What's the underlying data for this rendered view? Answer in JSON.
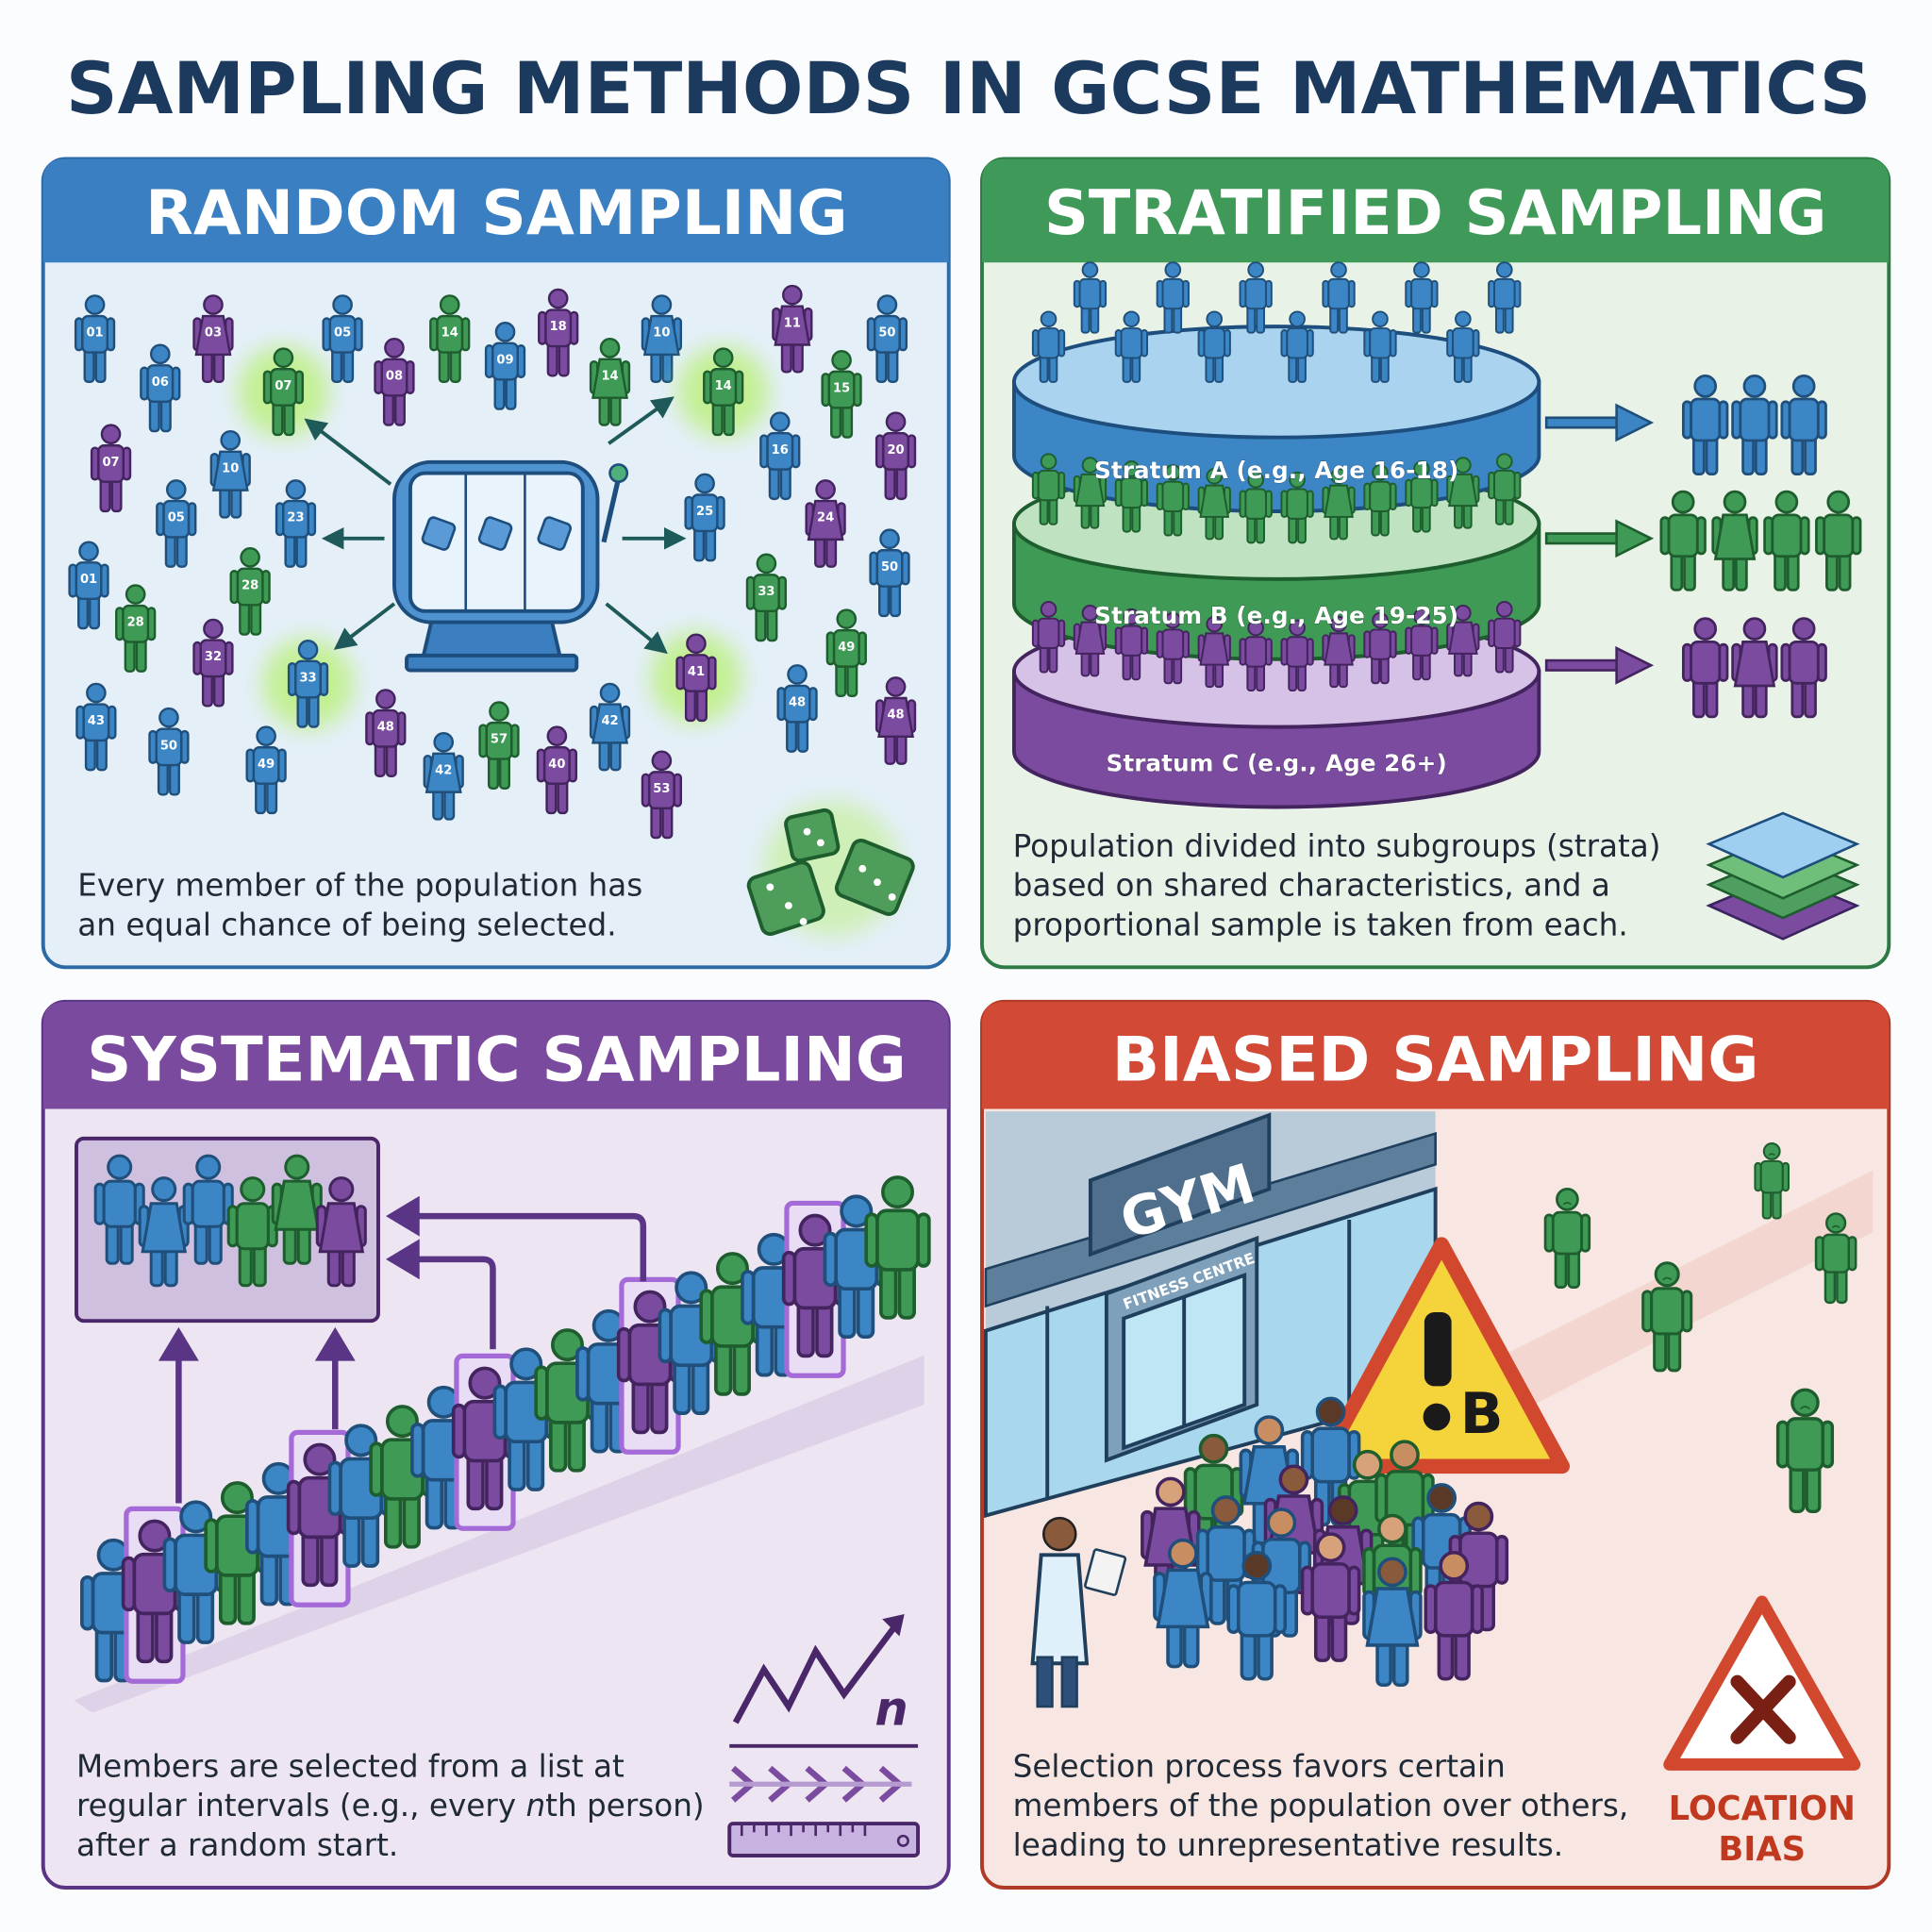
{
  "title": "SAMPLING METHODS IN GCSE MATHEMATICS",
  "colors": {
    "title": "#1c3a5e",
    "blue": "#3c86c6",
    "green": "#3f9a55",
    "purple": "#7a4b9f",
    "red": "#d2482f",
    "highlight_glow": "#a8f040"
  },
  "panels": {
    "random": {
      "heading": "RANDOM SAMPLING",
      "description_lines": [
        "Every member of the population has",
        "an equal chance of being selected."
      ],
      "centre_icon": "slot-machine-icon",
      "corner_icon": "dice-icon",
      "people": [
        {
          "label": "01",
          "color": "blue"
        },
        {
          "label": "06",
          "color": "blue"
        },
        {
          "label": "03",
          "color": "purple",
          "female": true
        },
        {
          "label": "07",
          "color": "green",
          "selected": true
        },
        {
          "label": "05",
          "color": "blue"
        },
        {
          "label": "08",
          "color": "purple"
        },
        {
          "label": "14",
          "color": "green"
        },
        {
          "label": "09",
          "color": "blue"
        },
        {
          "label": "18",
          "color": "purple"
        },
        {
          "label": "14",
          "color": "green",
          "female": true
        },
        {
          "label": "10",
          "color": "blue",
          "female": true
        },
        {
          "label": "14",
          "color": "green",
          "selected": true
        },
        {
          "label": "11",
          "color": "purple",
          "female": true
        },
        {
          "label": "50",
          "color": "blue"
        },
        {
          "label": "15",
          "color": "green"
        },
        {
          "label": "07",
          "color": "purple"
        },
        {
          "label": "10",
          "color": "blue",
          "female": true
        },
        {
          "label": "05",
          "color": "blue"
        },
        {
          "label": "23",
          "color": "blue"
        },
        {
          "label": "16",
          "color": "blue"
        },
        {
          "label": "20",
          "color": "purple"
        },
        {
          "label": "25",
          "color": "blue"
        },
        {
          "label": "24",
          "color": "purple",
          "female": true
        },
        {
          "label": "01",
          "color": "blue"
        },
        {
          "label": "28",
          "color": "green"
        },
        {
          "label": "28",
          "color": "green"
        },
        {
          "label": "32",
          "color": "purple"
        },
        {
          "label": "33",
          "color": "blue",
          "selected": true
        },
        {
          "label": "41",
          "color": "purple",
          "selected": true
        },
        {
          "label": "33",
          "color": "green"
        },
        {
          "label": "50",
          "color": "blue"
        },
        {
          "label": "49",
          "color": "green"
        },
        {
          "label": "43",
          "color": "blue"
        },
        {
          "label": "50",
          "color": "blue"
        },
        {
          "label": "49",
          "color": "blue"
        },
        {
          "label": "48",
          "color": "purple"
        },
        {
          "label": "42",
          "color": "blue",
          "female": true
        },
        {
          "label": "57",
          "color": "green"
        },
        {
          "label": "40",
          "color": "purple"
        },
        {
          "label": "42",
          "color": "blue",
          "female": true
        },
        {
          "label": "53",
          "color": "purple"
        },
        {
          "label": "48",
          "color": "blue"
        },
        {
          "label": "48",
          "color": "purple",
          "female": true
        }
      ]
    },
    "stratified": {
      "heading": "STRATIFIED SAMPLING",
      "strata": [
        {
          "label": "Stratum A (e.g., Age 16-18)",
          "color": "blue",
          "population": 12,
          "sample": 3
        },
        {
          "label": "Stratum B (e.g., Age 19-25)",
          "color": "green",
          "population": 12,
          "sample": 4
        },
        {
          "label": "Stratum C (e.g., Age 26+)",
          "color": "purple",
          "population": 12,
          "sample": 3
        }
      ],
      "description_lines": [
        "Population divided into subgroups (strata)",
        "based on shared characteristics, and a",
        "proportional sample is taken from each."
      ],
      "corner_icon": "layers-icon"
    },
    "systematic": {
      "heading": "SYSTEMATIC SAMPLING",
      "description_lines": [
        "Members are selected from a list at",
        "after a random start."
      ],
      "description_mid": {
        "before": "regular intervals (e.g., every ",
        "italic": "n",
        "after": "th person)"
      },
      "icon_label": "n",
      "interval": 4
    },
    "biased": {
      "heading": "BIASED SAMPLING",
      "gym_sign": "GYM",
      "gym_subsign": "FITNESS CENTRE",
      "warning_letter": "B",
      "description_lines": [
        "Selection process favors certain",
        "members of the population over others,",
        "leading to unrepresentative results."
      ],
      "bias_label_lines": [
        "LOCATION",
        "BIAS"
      ]
    }
  }
}
